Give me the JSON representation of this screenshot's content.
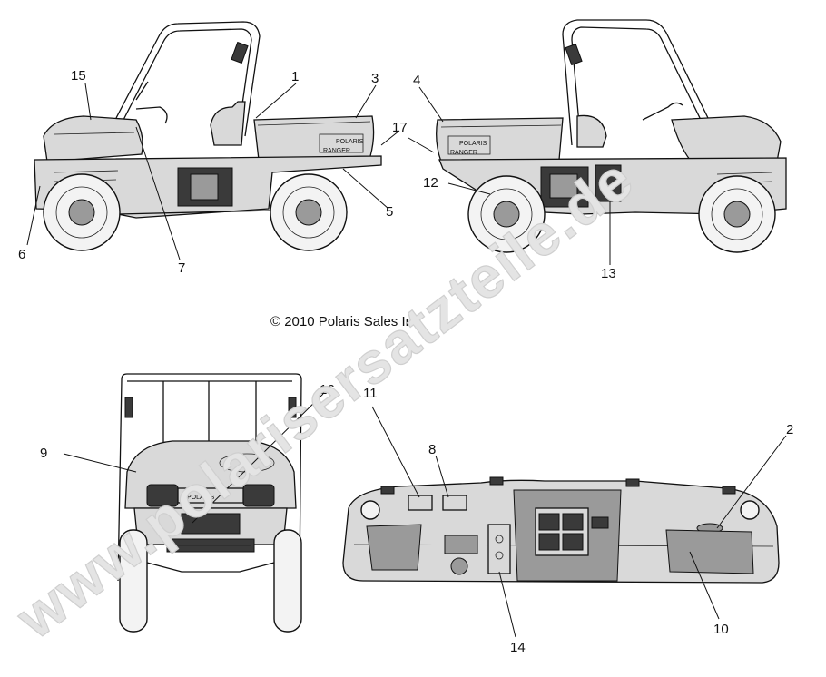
{
  "copyright": "© 2010 Polaris Sales Inc.",
  "watermark": "www.polarisersatzteile.de",
  "decal_brand": "POLARIS",
  "decal_model": "RANGER",
  "callouts": {
    "c1": "1",
    "c2": "2",
    "c3": "3",
    "c4": "4",
    "c5": "5",
    "c6": "6",
    "c7": "7",
    "c8": "8",
    "c9": "9",
    "c10": "10",
    "c11": "11",
    "c12": "12",
    "c13": "13",
    "c14": "14",
    "c15": "15",
    "c16": "16",
    "c17": "17"
  }
}
